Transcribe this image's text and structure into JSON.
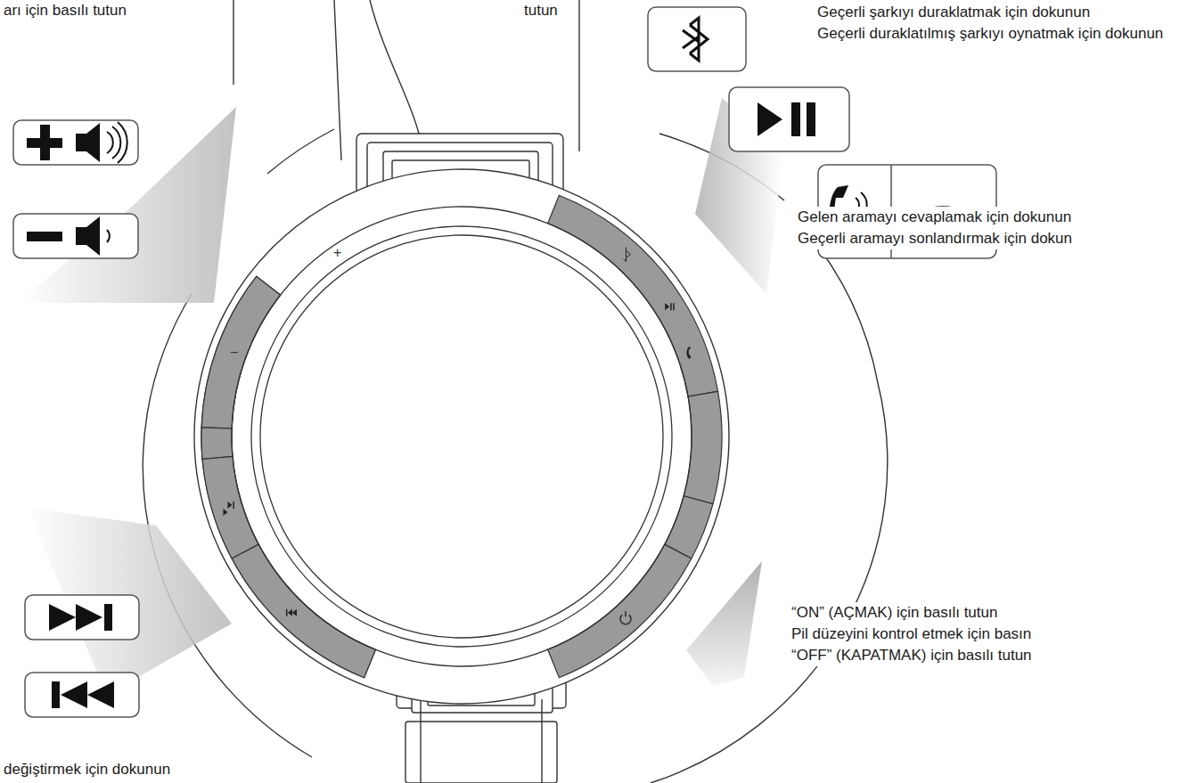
{
  "diagram": {
    "labels": [
      "Geçerli şarkıyı duraklatmak için dokunun",
      "Geçerli duraklatılmış şarkıyı oynatmak için dokunun",
      "Gelen aramayı cevaplamak için dokunun",
      "Geçerli aramayı sonlandırmak için dokun",
      "“ON” (AÇMAK) için basılı tutun",
      "Pil düzeyini kontrol etmek için basın",
      "“OFF” (KAPATMAK) için basılı tutun",
      "değiştirmek için dokunun",
      "arı için basılı tutun",
      "tutun",
      "+",
      "−"
    ]
  }
}
